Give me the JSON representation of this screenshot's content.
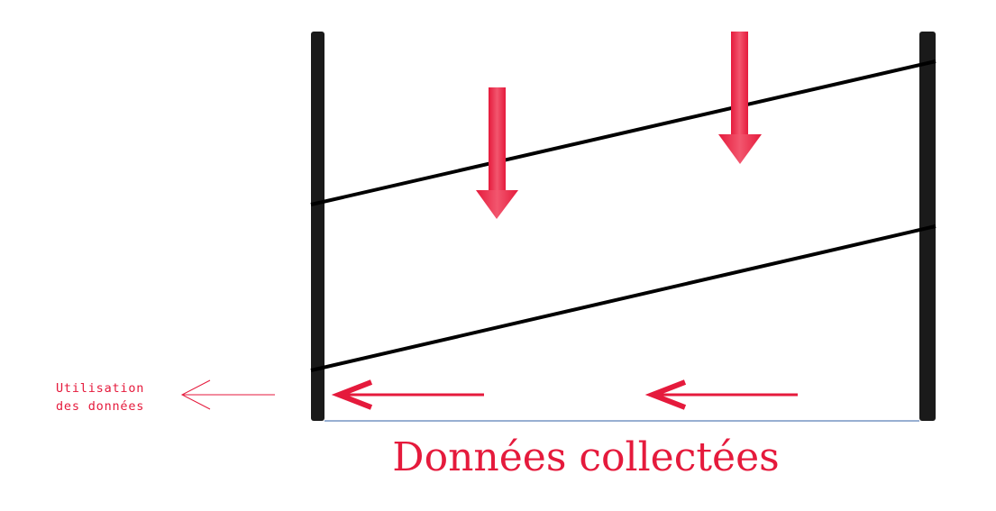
{
  "labels": {
    "usage_line1": "Utilisation",
    "usage_line2": "des données",
    "caption": "Données collectées"
  },
  "colors": {
    "accent": "#e51a3c",
    "accent_light": "#f2566e",
    "frame": "#1a1a1a",
    "line": "#000000",
    "baseline": "#5a7fb6"
  },
  "icons": {
    "down_arrow": "thick-down-arrow-icon",
    "left_arrow": "left-arrow-icon",
    "outline_arrow": "outline-left-arrow-icon"
  }
}
